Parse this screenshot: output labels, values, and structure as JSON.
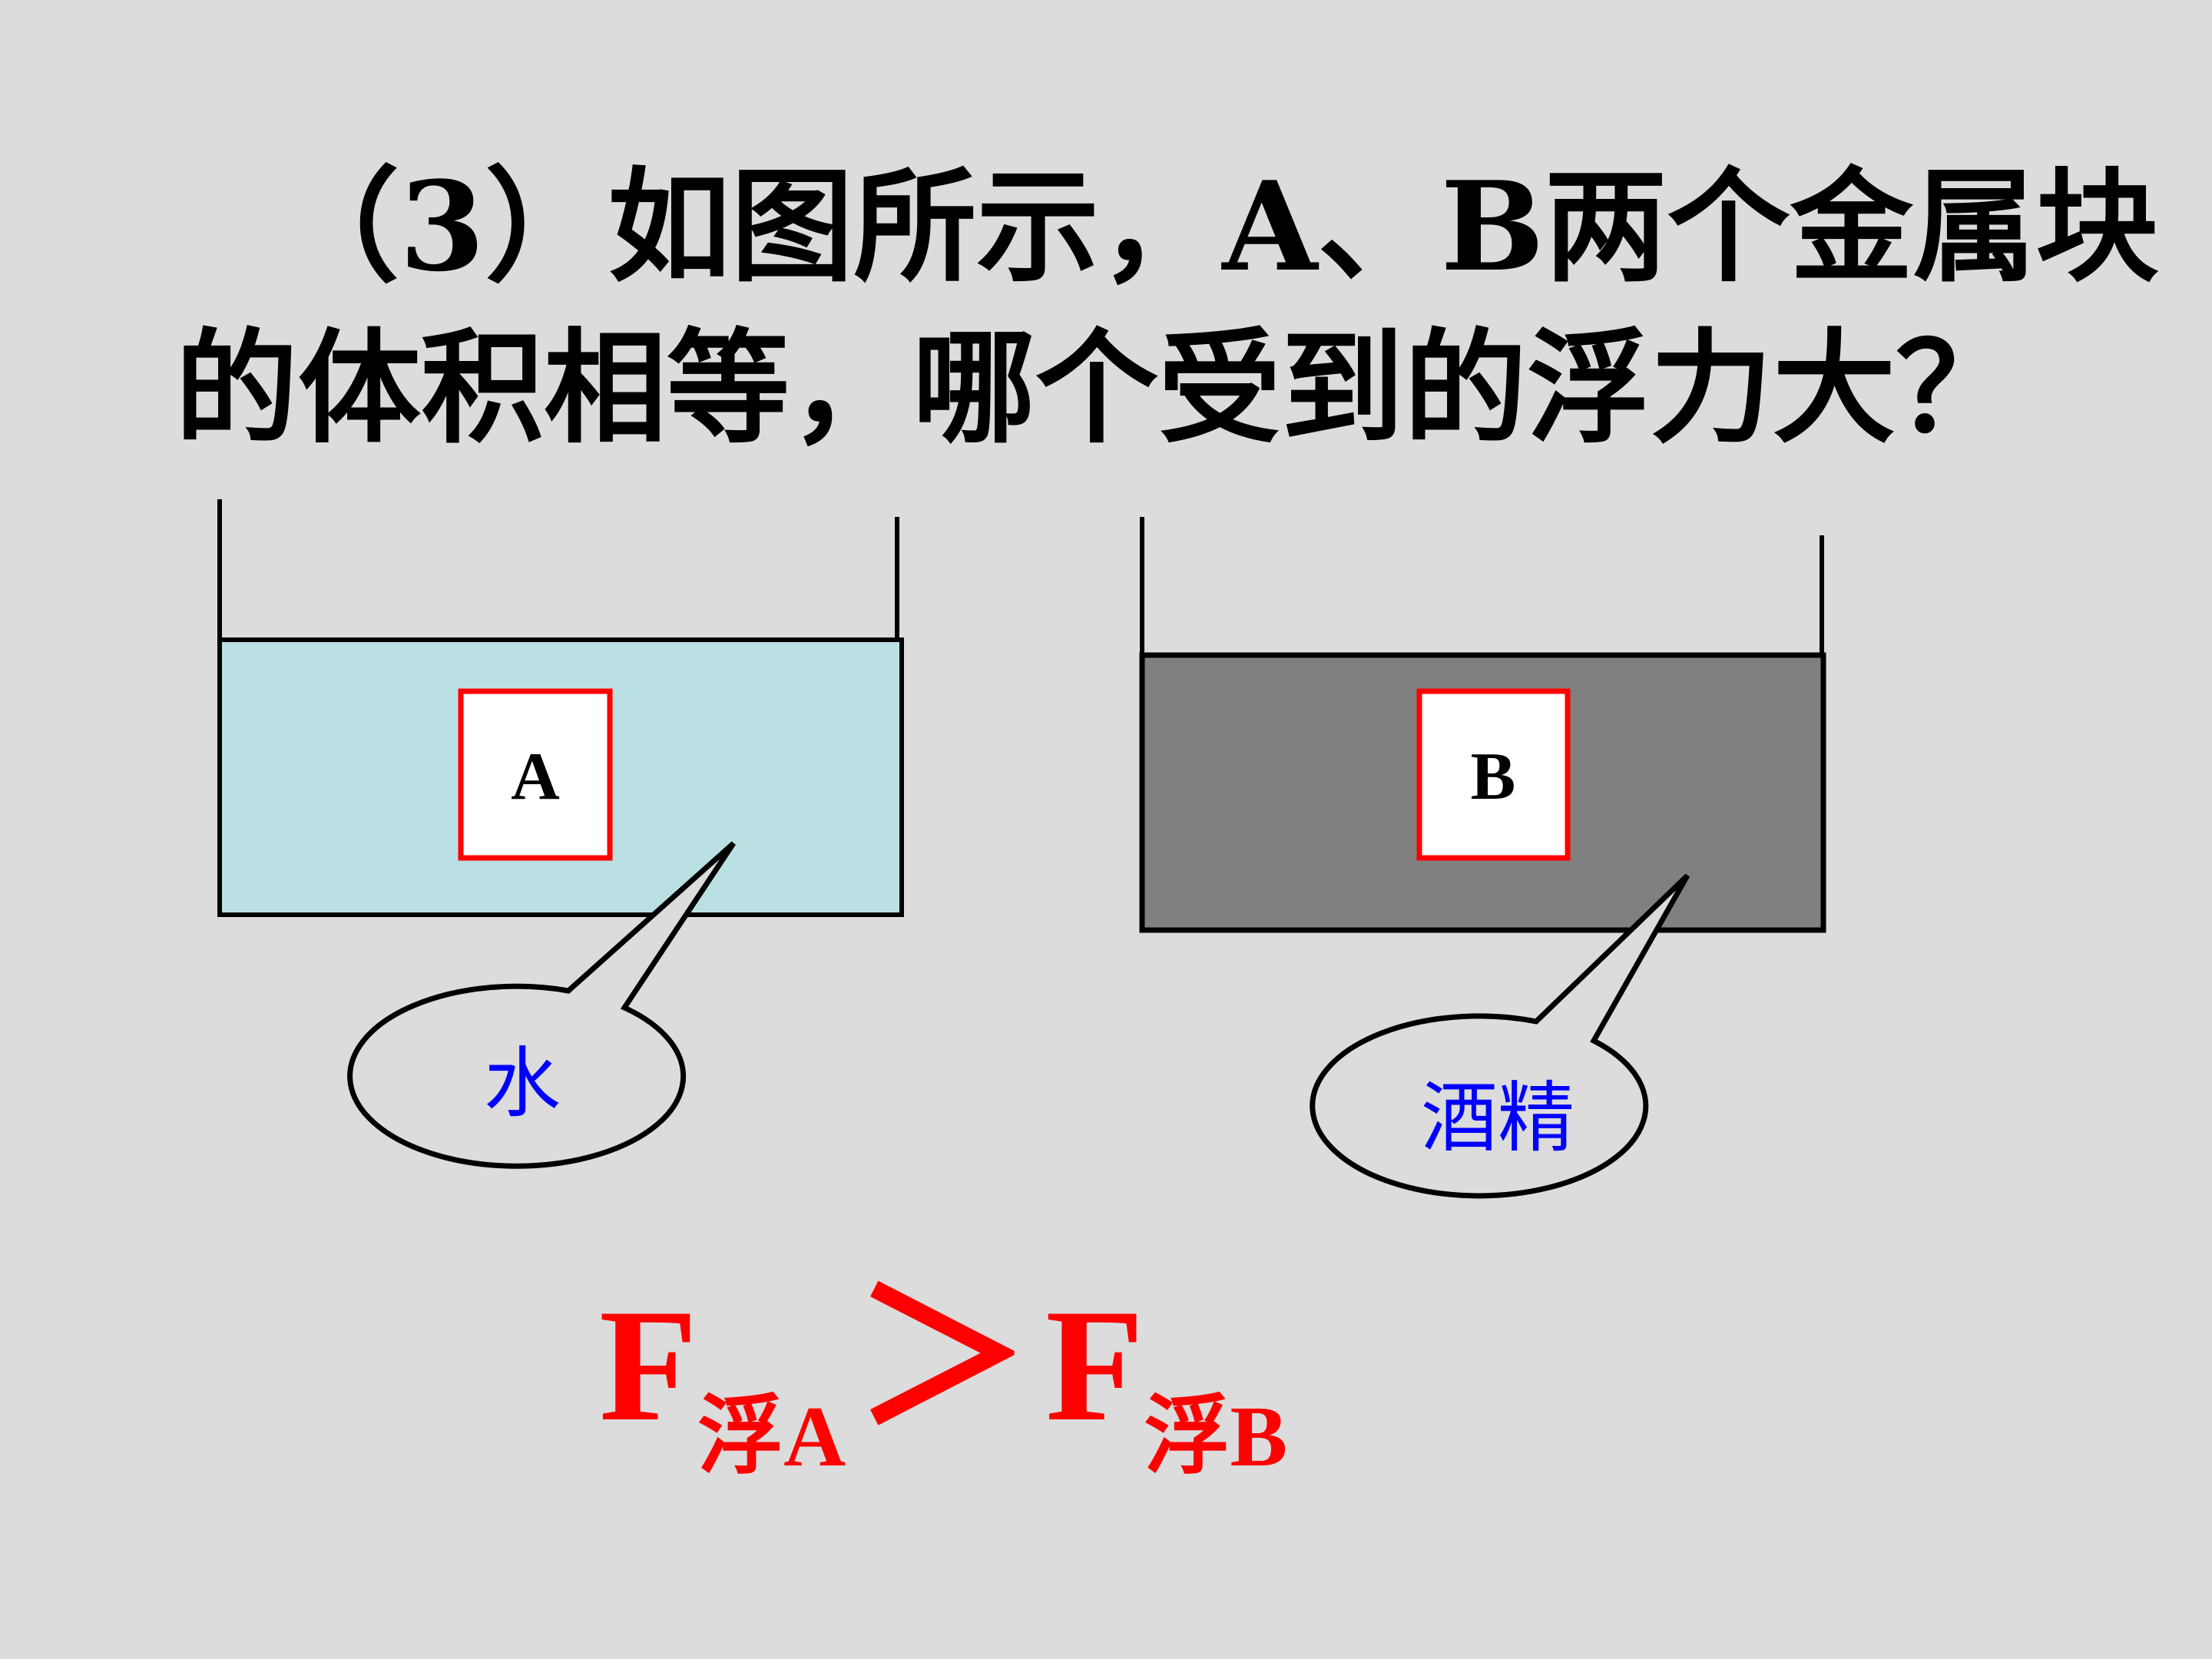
{
  "question": {
    "line1": "（3）如图所示，A、B两个金属块",
    "line2": "的体积相等，哪个受到的浮力大？"
  },
  "left_container": {
    "block_label": "A",
    "liquid_label": "水",
    "liquid_color": "#bbe0e3"
  },
  "right_container": {
    "block_label": "B",
    "liquid_label": "酒精",
    "liquid_color": "#808080"
  },
  "answer": {
    "f1": "F",
    "sub1": "浮A",
    "operator": "＞",
    "f2": "F",
    "sub2": "浮B"
  },
  "colors": {
    "block_border": "#ff0000",
    "callout_text": "#0000ff",
    "answer_text": "#ff0000"
  }
}
